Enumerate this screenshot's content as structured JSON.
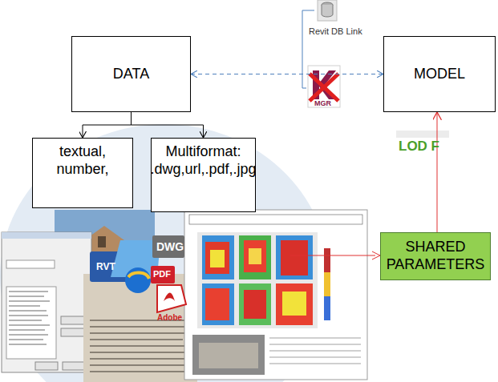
{
  "diagram": {
    "nodes": [
      {
        "text": [
          "DATA"
        ]
      },
      {
        "text": [
          "MODEL"
        ]
      },
      {
        "text": [
          "textual, number,"
        ]
      },
      {
        "text": [
          "Multiformat: .dwg,url,.pdf,.jpg"
        ]
      },
      {
        "text": [
          "SHARED PARAMETERS"
        ]
      }
    ],
    "edges": [
      {
        "from": 0,
        "to": 1,
        "arrow": "both"
      },
      {
        "from": 0,
        "to": 2,
        "arrow": "to"
      },
      {
        "from": 0,
        "to": 3,
        "arrow": "to"
      },
      {
        "from": 4,
        "to": 1,
        "arrow": "to"
      }
    ],
    "labels": [
      "Revit DB Link",
      "MGR",
      "LOD F",
      "RVT",
      "DWG",
      "PDF",
      "Adobe"
    ]
  }
}
